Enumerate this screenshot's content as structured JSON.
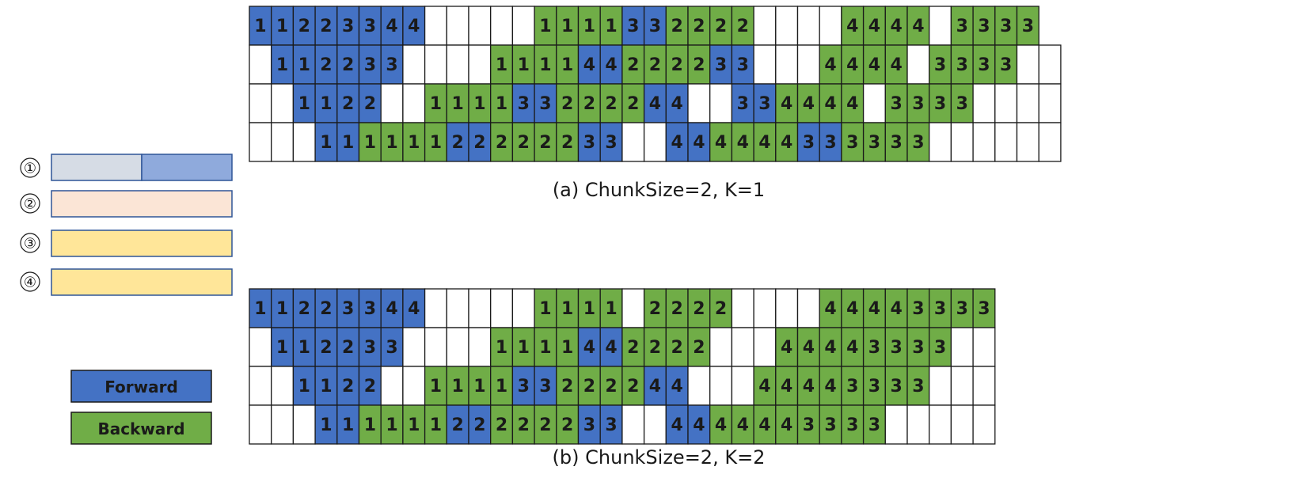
{
  "colors": {
    "forward": "#4472C4",
    "backward": "#70AD47",
    "empty": "#FFFFFF",
    "grid": "#1a1a1a",
    "chunk1_left": "#D6DCE5",
    "chunk1_right": "#8FAADC",
    "chunk2": "#FBE5D6",
    "chunk3": "#FFE699",
    "chunk4": "#FFE699"
  },
  "legend": {
    "chunks": [
      {
        "symbol": "①"
      },
      {
        "symbol": "②"
      },
      {
        "symbol": "③"
      },
      {
        "symbol": "④"
      }
    ],
    "forward_label": "Forward",
    "backward_label": "Backward"
  },
  "diagrams": [
    {
      "caption": "(a) ChunkSize=2, K=1",
      "rows": [
        "F1F1F2F2F3F3F4F4..........B1B1B1B1F3F3B2B2B2B2........B4B4B4B4..B3B3B3B3",
        "..F1F1F2F2F3F3........B1B1B1B1F4F4B2B2B2B2F3F3......B4B4B4B4..B3B3B3B3....",
        "....F1F1F2F2....B1B1B1B1F3F3B2B2B2B2F4F4....F3F3B4B4B4B4..B3B3B3B3........",
        "......F1F1B1B1B1B1F2F2B2B2B2B2F3F3....F4F4B4B4B4B4F3F3B3B3B3B3............"
      ]
    },
    {
      "caption": "(b) ChunkSize=2, K=2",
      "rows": [
        "F1F1F2F2F3F3F4F4..........B1B1B1B1..B2B2B2B2........B4B4B4B4B3B3B3B3",
        "..F1F1F2F2F3F3........B1B1B1B1F4F4B2B2B2B2......B4B4B4B4B3B3B3B3....",
        "....F1F1F2F2....B1B1B1B1F3F3B2B2B2B2F4F4......B4B4B4B4B3B3B3B3......",
        "......F1F1B1B1B1B1F2F2B2B2B2B2F3F3....F4F4B4B4B4B4B3B3B3B3.........."
      ]
    }
  ]
}
